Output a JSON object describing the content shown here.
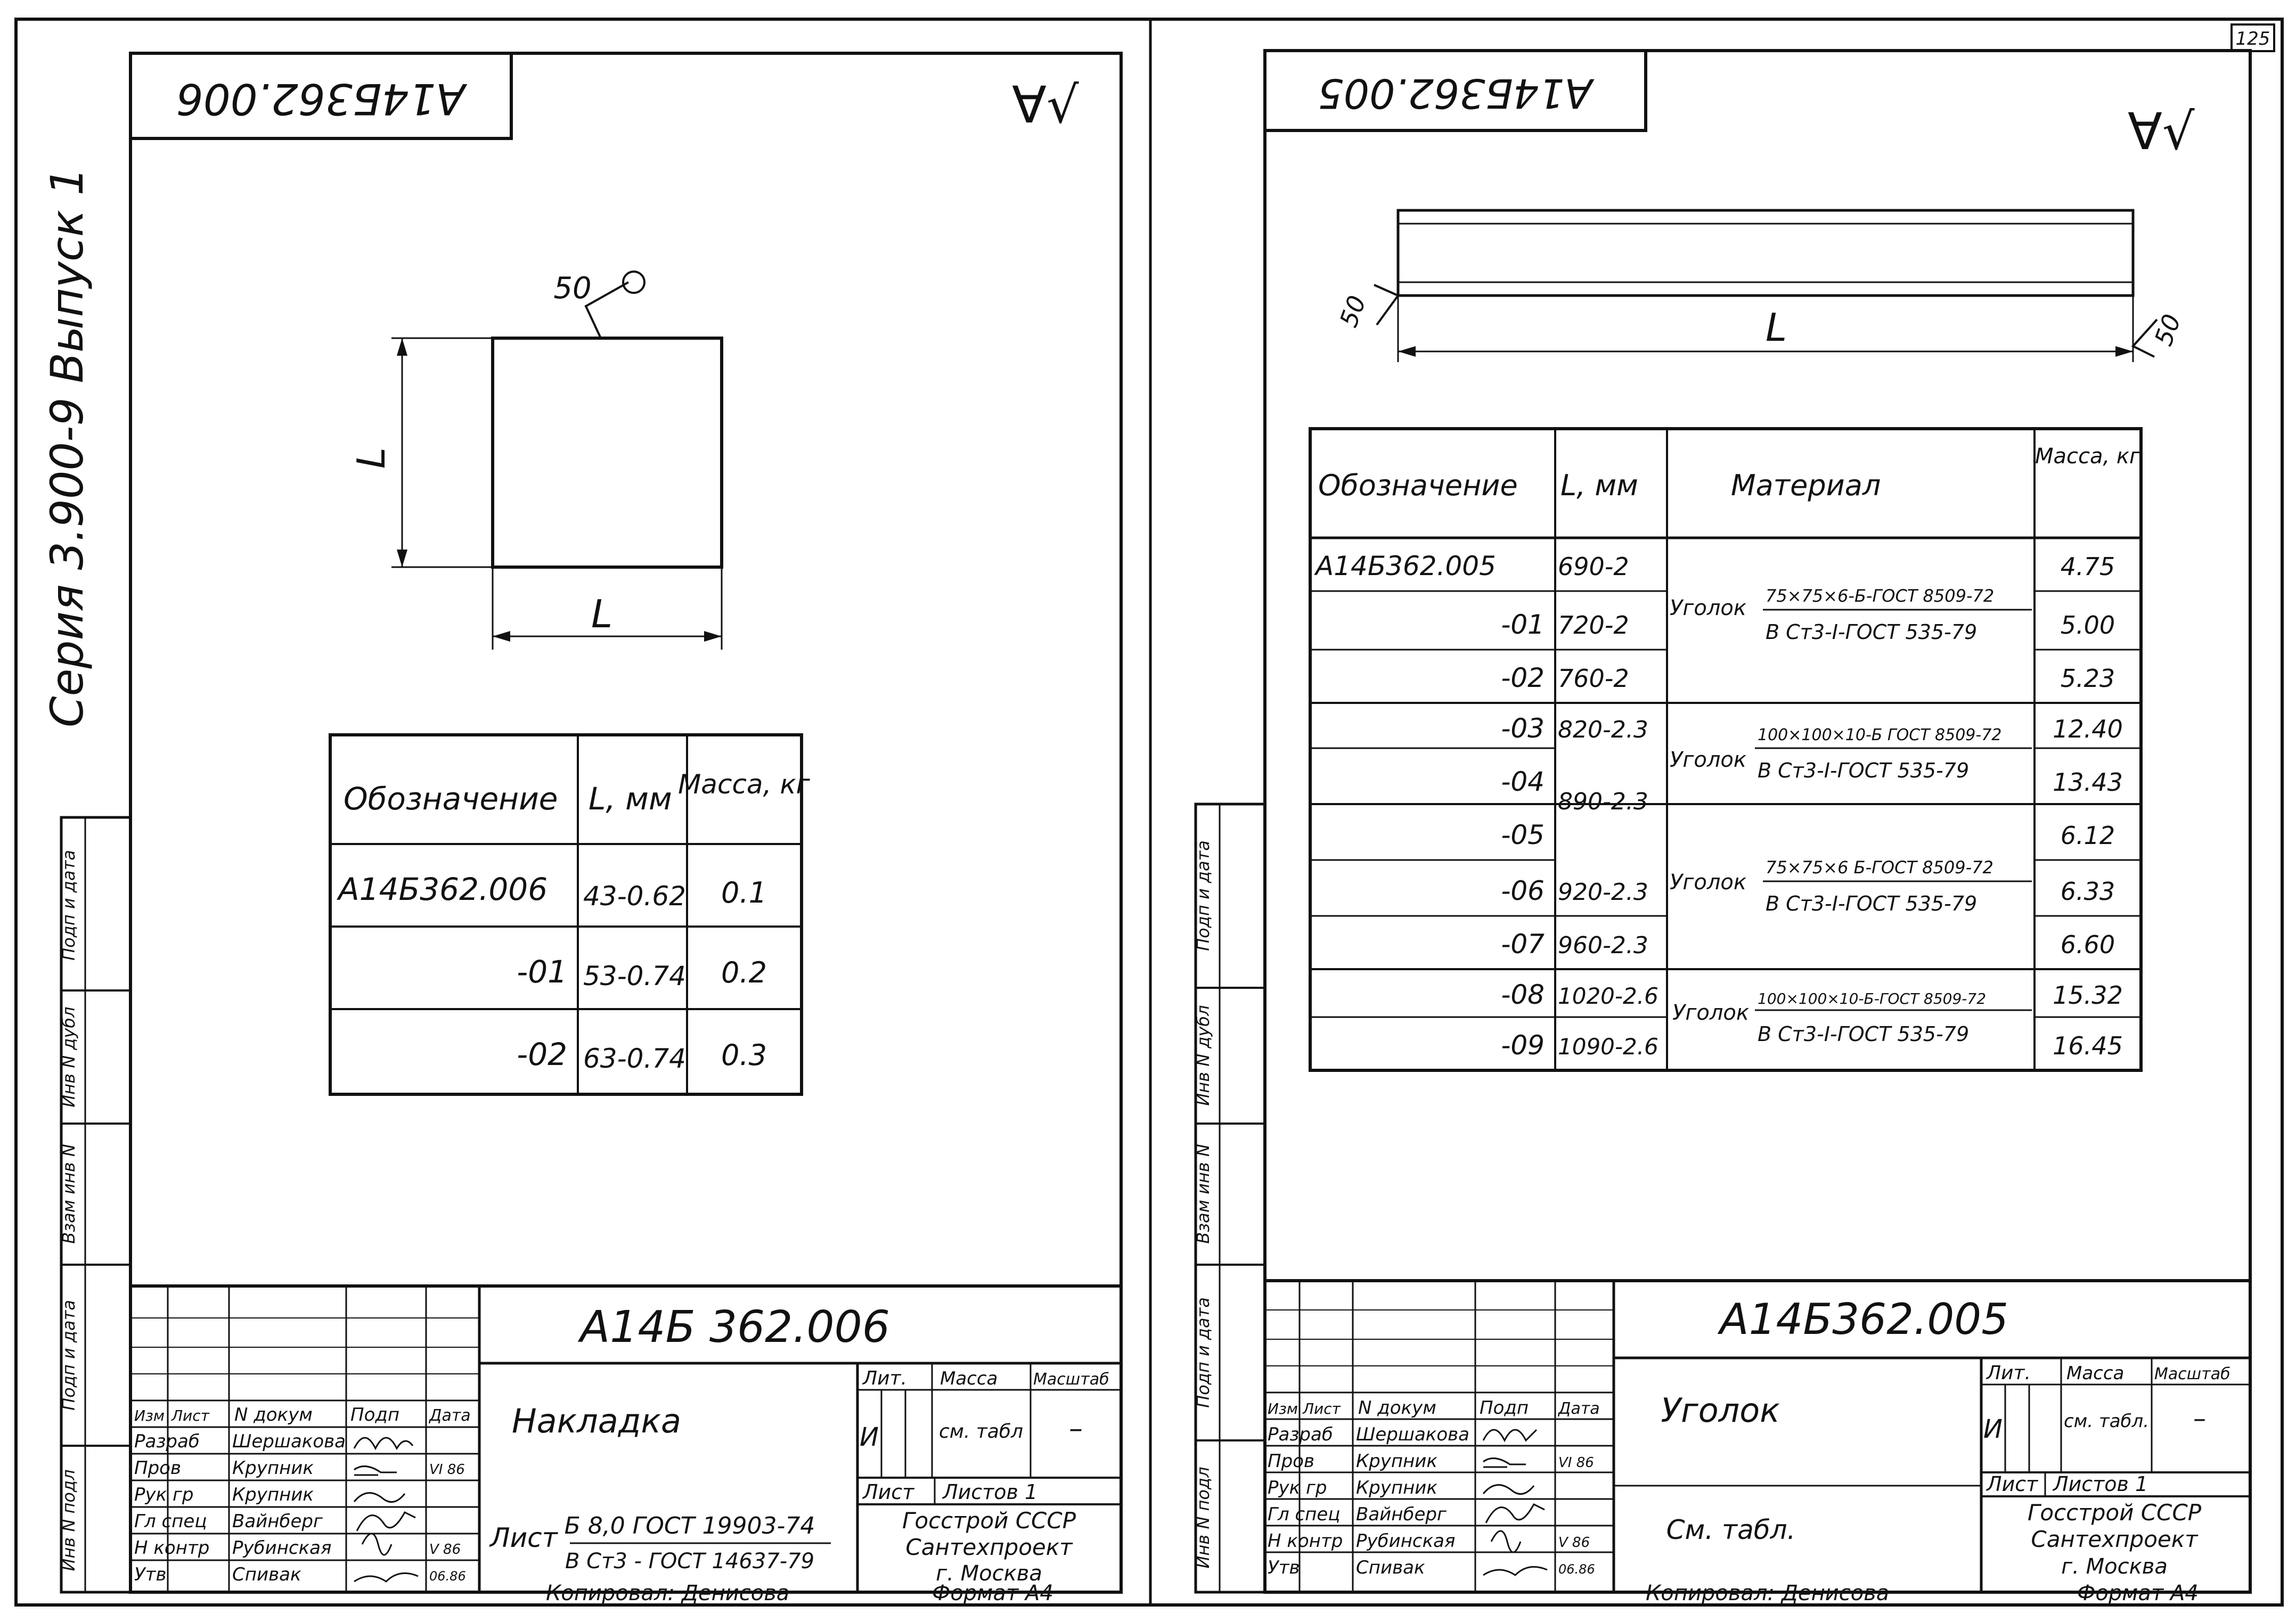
{
  "left_sheet": {
    "stamp": "А14Б362.006",
    "roughness": "∀√",
    "series": "Серия 3.900-9   Выпуск 1",
    "detail": {
      "roughness_value": "50",
      "dim_height": "L",
      "dim_width": "L"
    },
    "table": {
      "headers": [
        "Обозначение",
        "L, мм",
        "Масса, кг"
      ],
      "rows": [
        [
          "А14Б362.006",
          "43-0.62",
          "0.1"
        ],
        [
          "-01",
          "53-0.74",
          "0.2"
        ],
        [
          "-02",
          "63-0.74",
          "0.3"
        ]
      ]
    },
    "title_block": {
      "doc_number": "А14Б 362.006",
      "name": "Накладка",
      "material_prefix": "Лист",
      "material_top": "Б 8,0  ГОСТ 19903-74",
      "material_bottom": "В Ст3 - ГОСТ 14637-79",
      "lit_label": "Лит.",
      "lit_value": "И",
      "mass_label": "Масса",
      "mass_value": "см. табл",
      "scale_label": "Масштаб",
      "scale_value": "–",
      "sheet_label": "Лист",
      "sheets_label": "Листов 1",
      "org": [
        "Госстрой СССР",
        "Сантехпроект",
        "г. Москва"
      ],
      "header_cols": [
        "Изм",
        "Лист",
        "N докум",
        "Подп",
        "Дата"
      ],
      "roles": [
        {
          "role": "Разраб",
          "name": "Шершакова"
        },
        {
          "role": "Пров",
          "name": "Крупник"
        },
        {
          "role": "Рук гр",
          "name": "Крупник"
        },
        {
          "role": "Гл спец",
          "name": "Вайнберг"
        },
        {
          "role": "Н контр",
          "name": "Рубинская"
        },
        {
          "role": "Утв",
          "name": "Спивак"
        }
      ],
      "dates": [
        "VI 86",
        "V 86",
        "06.86"
      ]
    },
    "copied_by": "Копировал: Денисова",
    "format": "Формат А4"
  },
  "right_sheet": {
    "page_number": "125",
    "stamp": "А14Б362.005",
    "roughness": "∀√",
    "detail": {
      "roughness_left": "50",
      "roughness_right": "50",
      "dim_length": "L"
    },
    "table": {
      "headers": [
        "Обозначение",
        "L, мм",
        "Материал",
        "Масса, кг"
      ],
      "rows": [
        [
          "А14Б362.005",
          "690-2",
          "4.75"
        ],
        [
          "-01",
          "720-2",
          "5.00"
        ],
        [
          "-02",
          "760-2",
          "5.23"
        ],
        [
          "-03",
          "820-2.3",
          "12.40"
        ],
        [
          "-04",
          "890-2.3",
          "13.43"
        ],
        [
          "-05",
          "",
          "6.12"
        ],
        [
          "-06",
          "920-2.3",
          "6.33"
        ],
        [
          "-07",
          "960-2.3",
          "6.60"
        ],
        [
          "-08",
          "1020-2.6",
          "15.32"
        ],
        [
          "-09",
          "1090-2.6",
          "16.45"
        ]
      ],
      "materials": [
        {
          "name": "Уголок",
          "top": "75×75×6-Б-ГОСТ 8509-72",
          "bottom": "В Ст3-I-ГОСТ 535-79"
        },
        {
          "name": "Уголок",
          "top": "100×100×10-Б ГОСТ 8509-72",
          "bottom": "В Ст3-I-ГОСТ 535-79"
        },
        {
          "name": "Уголок",
          "top": "75×75×6 Б-ГОСТ 8509-72",
          "bottom": "В Ст3-I-ГОСТ 535-79"
        },
        {
          "name": "Уголок",
          "top": "100×100×10-Б-ГОСТ 8509-72",
          "bottom": "В Ст3-I-ГОСТ 535-79"
        }
      ]
    },
    "title_block": {
      "doc_number": "А14Б362.005",
      "name": "Уголок",
      "material": "См. табл.",
      "lit_label": "Лит.",
      "lit_value": "И",
      "mass_label": "Масса",
      "mass_value": "см. табл.",
      "scale_label": "Масштаб",
      "scale_value": "–",
      "sheet_label": "Лист",
      "sheets_label": "Листов 1",
      "org": [
        "Госстрой СССР",
        "Сантехпроект",
        "г. Москва"
      ],
      "header_cols": [
        "Изм",
        "Лист",
        "N докум",
        "Подп",
        "Дата"
      ],
      "roles": [
        {
          "role": "Разраб",
          "name": "Шершакова"
        },
        {
          "role": "Пров",
          "name": "Крупник"
        },
        {
          "role": "Рук гр",
          "name": "Крупник"
        },
        {
          "role": "Гл спец",
          "name": "Вайнберг"
        },
        {
          "role": "Н контр",
          "name": "Рубинская"
        },
        {
          "role": "Утв",
          "name": "Спивак"
        }
      ],
      "dates": [
        "VI 86",
        "V 86",
        "06.86"
      ]
    },
    "copied_by": "Копировал: Денисова",
    "format": "Формат А4"
  },
  "side_labels": [
    "Инв N подл",
    "Подп и дата",
    "Взам инв N",
    "Инв N дубл",
    "Подп и дата"
  ]
}
